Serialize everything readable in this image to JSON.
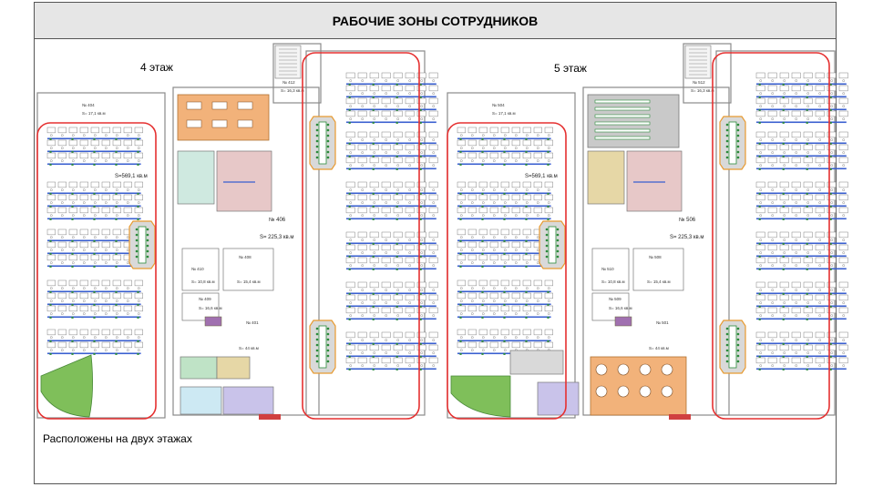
{
  "title": "РАБОЧИЕ ЗОНЫ СОТРУДНИКОВ",
  "caption": "Расположены на двух этажах",
  "floors": [
    {
      "label": "4 этаж",
      "room_main": "№ 406",
      "area_main": "S= 225,3 кв.м",
      "area_left": "S=569,1 кв.м",
      "rooms": [
        "№ 412",
        "№ 404",
        "№ 410",
        "№ 408",
        "№ 409",
        "№ 401"
      ],
      "areas": [
        "S= 16,3 кв.м",
        "S= 17,1 кв.м",
        "S= 10,8 кв.м",
        "S= 15,4 кв.м",
        "S= 16,6 кв.м",
        "S= 44 кв.м"
      ]
    },
    {
      "label": "5 этаж",
      "room_main": "№ 506",
      "area_main": "S= 225,3 кв.м",
      "area_left": "S=569,1 кв.м",
      "rooms": [
        "№ 512",
        "№ 504",
        "№ 510",
        "№ 508",
        "№ 509",
        "№ 501"
      ],
      "areas": [
        "S= 16,3 кв.м",
        "S= 17,1 кв.м",
        "S= 10,8 кв.м",
        "S= 15,4 кв.м",
        "S= 16,6 кв.м",
        "S= 44 кв.м"
      ]
    }
  ],
  "colors": {
    "highlight": "#e53030",
    "wall": "#8a8a8a",
    "desk_marker": "#2a8a3a",
    "panel_blue": "#3a5fd0",
    "meeting_orange": "#f2b27a",
    "meeting_green": "#7fbf5a",
    "room_tan": "#e6d7a6",
    "room_pink": "#e7c8c8",
    "room_grey": "#c9c9c9",
    "room_violet": "#c9c3ea",
    "room_teal": "#cfe9e0"
  }
}
